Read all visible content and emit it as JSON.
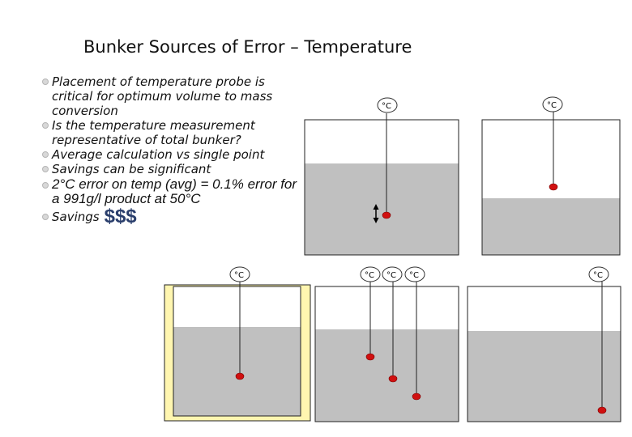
{
  "slide": {
    "title": "Bunker Sources of Error – Temperature",
    "bullets": [
      "Placement of temperature probe is critical for optimum volume to mass conversion",
      "Is the temperature measurement representative of total bunker?",
      "Average calculation vs single point",
      "Savings can be significant",
      "2°C error on temp (avg) = 0.1% error for a 991g/l product at 50°C"
    ],
    "savings_label": "Savings",
    "savings_symbol": "$$$"
  },
  "diagram": {
    "probe_label": "°C",
    "colors": {
      "liquid": "#c0c0c0",
      "tank_border": "#222222",
      "insulation": "#fff6b0",
      "probe_tip": "#d01010"
    }
  }
}
